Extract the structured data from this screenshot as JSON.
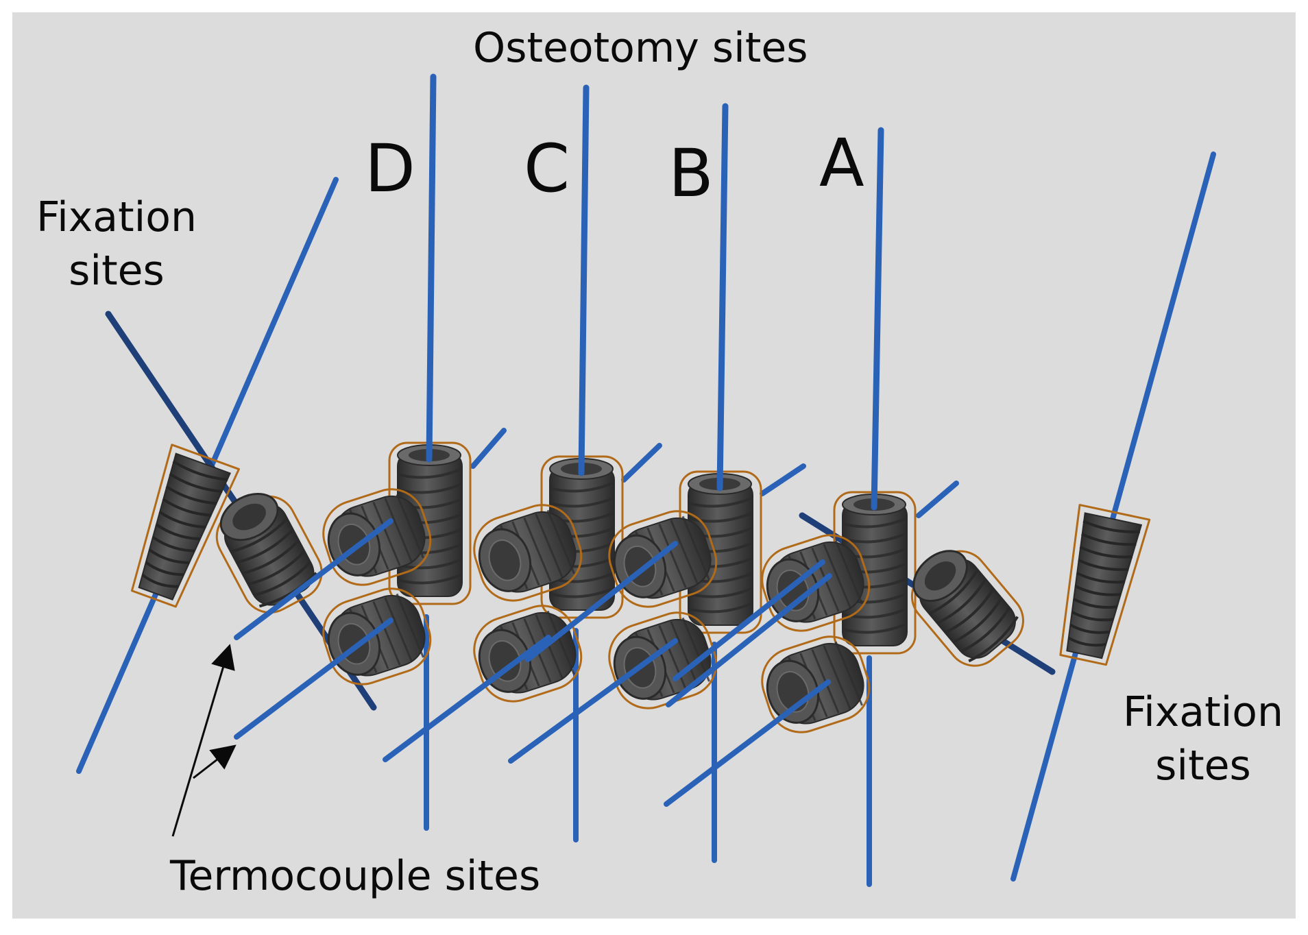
{
  "labels": {
    "osteotomy": "Osteotomy sites",
    "fixation_left_line1": "Fixation",
    "fixation_left_line2": "sites",
    "fixation_right_line1": "Fixation",
    "fixation_right_line2": "sites",
    "thermocouple": "Termocouple sites"
  },
  "site_letters": [
    "D",
    "C",
    "B",
    "A"
  ],
  "colors": {
    "background": "#dcdcdc",
    "rod": "#2a62b8",
    "rod_dark": "#1e3f78",
    "implant": "#4a4a4a",
    "implant_dark": "#2a2a2a",
    "outline": "#b06a18",
    "text": "#0a0a0a"
  }
}
